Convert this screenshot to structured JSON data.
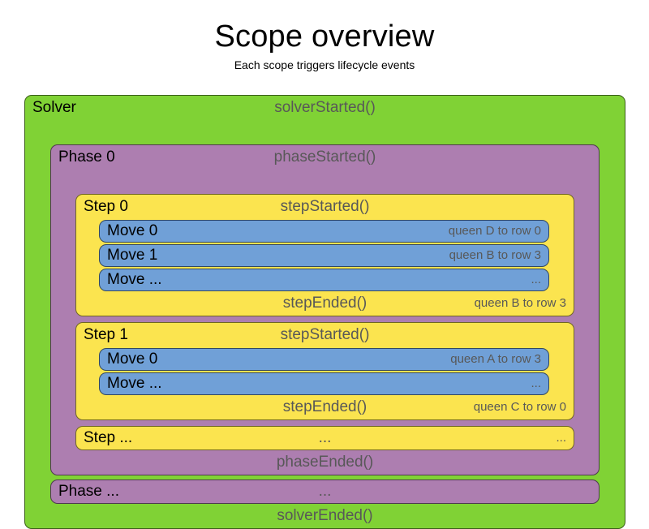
{
  "heading": {
    "title": "Scope overview",
    "subtitle": "Each scope triggers lifecycle events"
  },
  "colors": {
    "solver": "#80d235",
    "phase": "#ad7eb0",
    "step": "#fbe44f",
    "move": "#70a0d7",
    "event_text": "#585858",
    "label_text": "#000000",
    "background": "#ffffff"
  },
  "diagram": {
    "solver": {
      "label": "Solver",
      "started_event": "solverStarted()",
      "ended_event": "solverEnded()",
      "phases": [
        {
          "label": "Phase 0",
          "started_event": "phaseStarted()",
          "ended_event": "phaseEnded()",
          "steps": [
            {
              "label": "Step 0",
              "started_event": "stepStarted()",
              "ended_event": "stepEnded()",
              "ended_detail": "queen B to row 3",
              "moves": [
                {
                  "label": "Move 0",
                  "detail": "queen D to row 0"
                },
                {
                  "label": "Move 1",
                  "detail": "queen B to row 3"
                },
                {
                  "label": "Move ...",
                  "detail": "..."
                }
              ]
            },
            {
              "label": "Step 1",
              "started_event": "stepStarted()",
              "ended_event": "stepEnded()",
              "ended_detail": "queen C to row 0",
              "moves": [
                {
                  "label": "Move 0",
                  "detail": "queen A to row 3"
                },
                {
                  "label": "Move ...",
                  "detail": "..."
                }
              ]
            },
            {
              "label": "Step ...",
              "started_event": "...",
              "ended_event": "",
              "ended_detail": "",
              "started_detail": "...",
              "moves": []
            }
          ]
        },
        {
          "label": "Phase ...",
          "started_event": "...",
          "ended_event": "",
          "steps": []
        }
      ]
    }
  }
}
